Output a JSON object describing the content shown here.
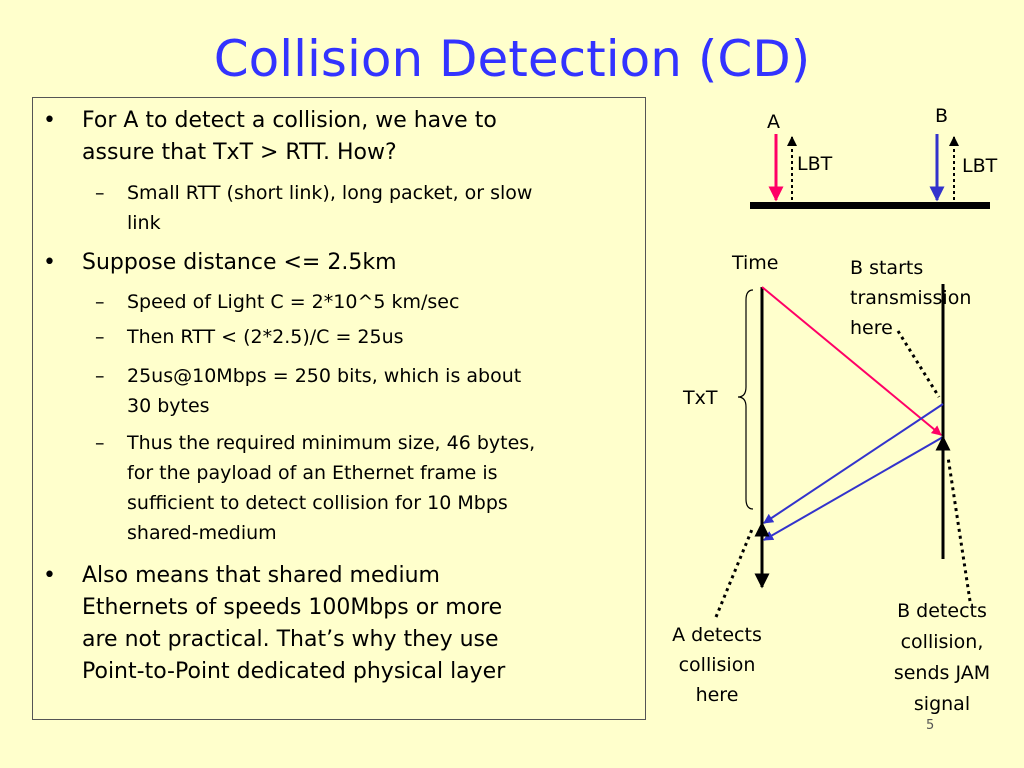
{
  "title": "Collision Detection (CD)",
  "bullets": [
    {
      "marker": "•",
      "lines": [
        "For A to detect a collision, we have to",
        "assure that TxT > RTT. How?"
      ],
      "subs": [
        {
          "marker": "–",
          "lines": [
            "Small RTT (short link), long packet, or slow",
            "link"
          ]
        }
      ]
    },
    {
      "marker": "•",
      "lines": [
        "Suppose distance <= 2.5km"
      ],
      "subs": [
        {
          "marker": "–",
          "lines": [
            "Speed of Light C = 2*10^5 km/sec"
          ]
        },
        {
          "marker": "–",
          "lines": [
            "Then RTT < (2*2.5)/C = 25us"
          ]
        },
        {
          "marker": "–",
          "lines": [
            "25us@10Mbps = 250 bits, which is about",
            "30 bytes"
          ]
        },
        {
          "marker": "–",
          "lines": [
            "Thus the required minimum size, 46 bytes,",
            "for the payload of an Ethernet frame is",
            "sufficient to detect collision for 10 Mbps",
            "shared-medium"
          ]
        }
      ]
    },
    {
      "marker": "•",
      "lines": [
        "Also means that shared medium",
        "Ethernets of speeds 100Mbps or more",
        "are not practical. That’s why they use",
        "Point-to-Point dedicated physical layer"
      ],
      "subs": []
    }
  ],
  "diagram": {
    "label_a": "A",
    "label_b": "B",
    "lbt_a": "LBT",
    "lbt_b": "LBT",
    "time": "Time",
    "txt": "TxT",
    "b_starts": [
      "B starts",
      "transmission",
      "here"
    ],
    "a_detects": [
      "A detects",
      "collision",
      "here"
    ],
    "b_detects": [
      "B detects",
      "collision,",
      "sends JAM",
      "signal"
    ],
    "colors": {
      "a_signal": "#ff0066",
      "b_signal": "#3333cc",
      "line": "#000000"
    }
  },
  "slide_number": "5"
}
